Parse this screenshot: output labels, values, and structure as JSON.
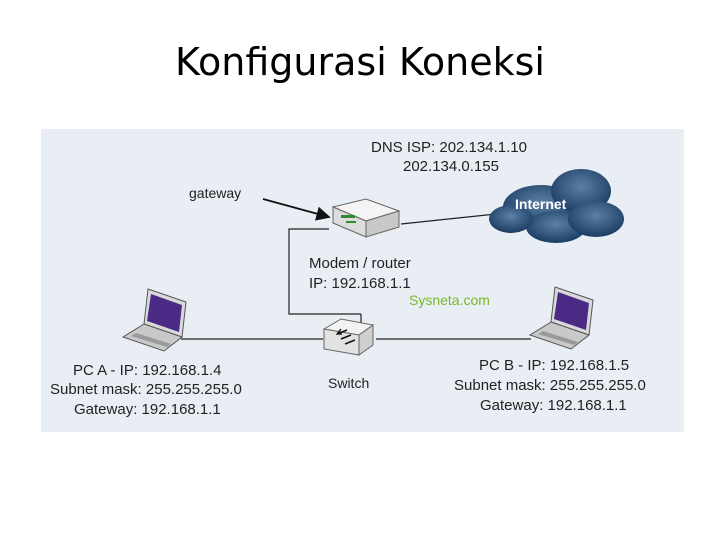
{
  "slide": {
    "title": "Konfigurasi Koneksi"
  },
  "diagram": {
    "dns": {
      "line1": "DNS ISP: 202.134.1.10",
      "line2": "202.134.0.155"
    },
    "gateway_label": "gateway",
    "internet_label": "Internet",
    "router": {
      "name": "Modem / router",
      "ip": "IP: 192.168.1.1"
    },
    "watermark": "Sysneta.com",
    "switch_label": "Switch",
    "pc_a": {
      "ip": "PC A - IP: 192.168.1.4",
      "mask": "Subnet mask: 255.255.255.0",
      "gateway": "Gateway: 192.168.1.1"
    },
    "pc_b": {
      "ip": "PC B - IP: 192.168.1.5",
      "mask": "Subnet mask: 255.255.255.0",
      "gateway": "Gateway: 192.168.1.1"
    },
    "colors": {
      "background": "#e8eef4",
      "cloud": "#1f4a73",
      "laptop_screen": "#4b2a86",
      "watermark": "#7ab82a"
    }
  }
}
